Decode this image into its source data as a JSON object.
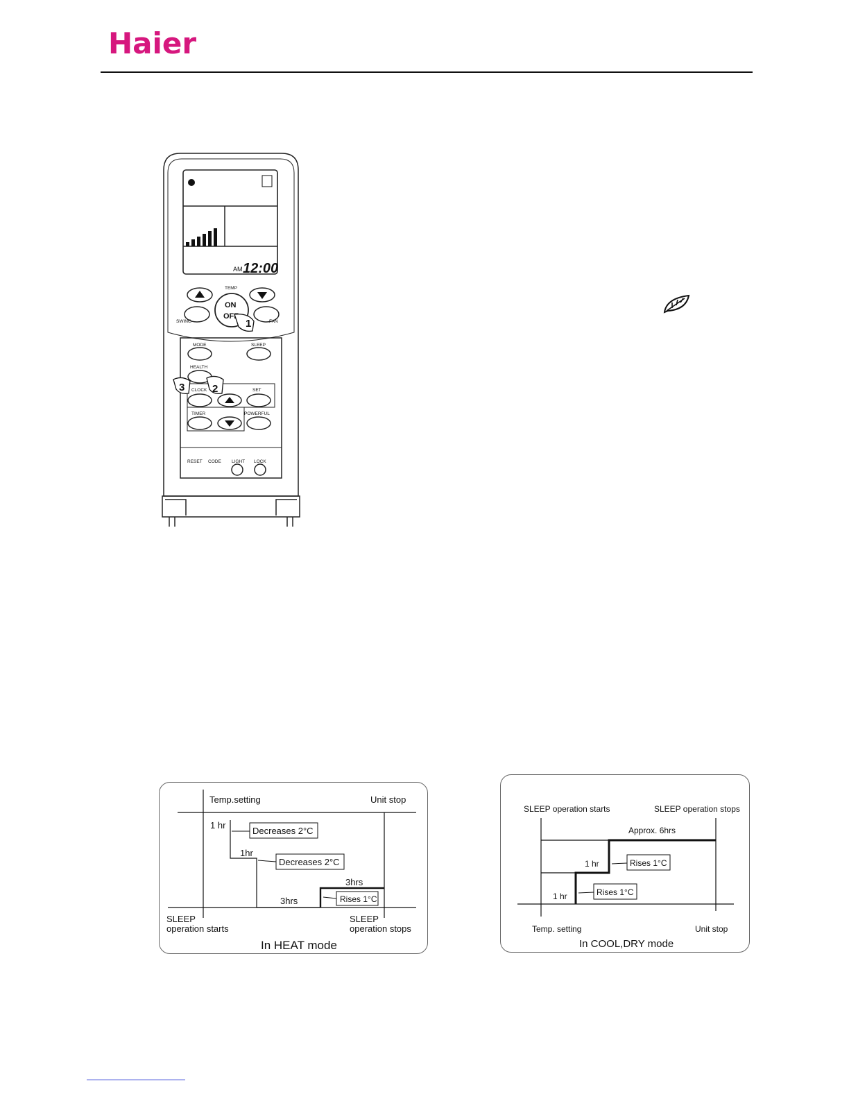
{
  "header": {
    "brand": "Haier",
    "brand_color": "#d6177e"
  },
  "remote": {
    "display": {
      "timer_prefix": "AM",
      "clock": "12:00"
    },
    "labels": {
      "temp": "TEMP",
      "on": "ON",
      "off": "OFF",
      "swing": "SWING",
      "fan": "FAN",
      "mode": "MODE",
      "sleep": "SLEEP",
      "health": "HEALTH",
      "clock": "CLOCK",
      "set": "SET",
      "timer": "TIMER",
      "powerful": "POWERFUL",
      "reset": "RESET",
      "code": "CODE",
      "light": "LIGHT",
      "lock": "LOCK"
    },
    "step_markers": [
      "1",
      "2",
      "3"
    ]
  },
  "heat_chart": {
    "temp_setting": "Temp.setting",
    "unit_stop": "Unit stop",
    "hr1a": "1 hr",
    "dec1": "Decreases 2°C",
    "hr1b": "1hr",
    "dec2": "Decreases 2°C",
    "hrs3_top": "3hrs",
    "hrs3_bottom": "3hrs",
    "rises": "Rises 1°C",
    "start_line1": "SLEEP",
    "start_line2": "operation starts",
    "stop_line1": "SLEEP",
    "stop_line2": "operation stops",
    "caption": "In HEAT mode"
  },
  "cool_chart": {
    "starts": "SLEEP operation starts",
    "stops": "SLEEP operation stops",
    "approx": "Approx. 6hrs",
    "hr1_upper": "1 hr",
    "rises_upper": "Rises 1°C",
    "rises_lower": "Rises 1°C",
    "hr1_lower": "1 hr",
    "temp_setting": "Temp. setting",
    "unit_stop": "Unit stop",
    "caption": "In COOL,DRY mode"
  }
}
